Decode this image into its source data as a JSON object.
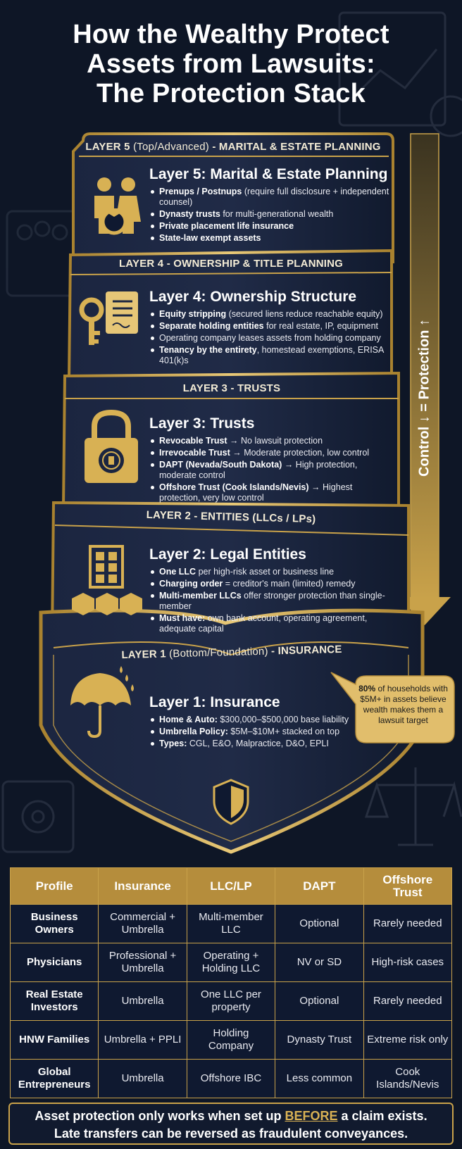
{
  "title": {
    "line1": "How the Wealthy Protect",
    "line2": "Assets from Lawsuits:",
    "line3": "The Protection Stack"
  },
  "colors": {
    "background": "#0e1626",
    "gold": "#c9a24a",
    "gold_light": "#e6c677",
    "panel": "#16213a",
    "header_bg": "#b58d3c"
  },
  "side_label": "Control ↓ = Protection ↑",
  "layers": [
    {
      "header_bold": "LAYER 5",
      "header_lite": " (Top/Advanced)",
      "header_rest": " - MARITAL & ESTATE PLANNING",
      "title": "Layer 5: Marital & Estate Planning",
      "icon": "couple-ring-icon",
      "bullets": [
        {
          "b": "Prenups / Postnups",
          "t": " (require full disclosure + independent counsel)"
        },
        {
          "b": "Dynasty trusts",
          "t": " for multi-generational wealth"
        },
        {
          "b": "Private placement life insurance",
          "t": ""
        },
        {
          "b": "State-law exempt assets",
          "t": ""
        }
      ]
    },
    {
      "header_bold": "LAYER 4 - OWNERSHIP & TITLE PLANNING",
      "header_lite": "",
      "header_rest": "",
      "title": "Layer 4: Ownership Structure",
      "icon": "key-deed-icon",
      "bullets": [
        {
          "b": "Equity stripping",
          "t": " (secured liens reduce reachable equity)"
        },
        {
          "b": "Separate holding entities",
          "t": " for real estate, IP, equipment"
        },
        {
          "b": "",
          "t": "Operating company leases assets from holding company"
        },
        {
          "b": "Tenancy by the entirety",
          "t": ", homestead exemptions, ERISA 401(k)s"
        }
      ]
    },
    {
      "header_bold": "LAYER 3 - TRUSTS",
      "header_lite": "",
      "header_rest": "",
      "title": "Layer 3: Trusts",
      "icon": "padlock-icon",
      "bullets": [
        {
          "b": "Revocable Trust",
          "t": " → No lawsuit protection"
        },
        {
          "b": "Irrevocable Trust",
          "t": " → Moderate protection, low control"
        },
        {
          "b": "DAPT (Nevada/South Dakota)",
          "t": " → High protection, moderate control"
        },
        {
          "b": "Offshore Trust (Cook Islands/Nevis)",
          "t": " → Highest protection, very low control"
        }
      ]
    },
    {
      "header_bold": "LAYER 2 - ENTITIES (LLCs / LPs)",
      "header_lite": "",
      "header_rest": "",
      "title": "Layer 2: Legal Entities",
      "icon": "building-boxes-icon",
      "bullets": [
        {
          "b": "One LLC",
          "t": " per high-risk asset or business line"
        },
        {
          "b": "Charging order",
          "t": " = creditor's main (limited) remedy"
        },
        {
          "b": "Multi-member LLCs",
          "t": " offer stronger protection than single-member"
        },
        {
          "b": "Must have:",
          "t": " own bank account, operating agreement, adequate capital"
        }
      ]
    },
    {
      "header_bold": "LAYER 1",
      "header_lite": " (Bottom/Foundation)",
      "header_rest": " - INSURANCE",
      "title": "Layer 1: Insurance",
      "icon": "umbrella-icon",
      "bullets": [
        {
          "b": "Home & Auto:",
          "t": " $300,000–$500,000 base liability"
        },
        {
          "b": "Umbrella Policy:",
          "t": " $5M–$10M+ stacked on top"
        },
        {
          "b": "Types:",
          "t": " CGL, E&O, Malpractice, D&O, EPLI"
        }
      ]
    }
  ],
  "callout": {
    "bold": "80%",
    "text": " of households with $5M+ in assets believe wealth makes them a lawsuit target"
  },
  "table": {
    "headers": [
      "Profile",
      "Insurance",
      "LLC/LP",
      "DAPT",
      "Offshore Trust"
    ],
    "rows": [
      [
        "Business Owners",
        "Commercial + Umbrella",
        "Multi-member LLC",
        "Optional",
        "Rarely needed"
      ],
      [
        "Physicians",
        "Professional + Umbrella",
        "Operating + Holding LLC",
        "NV or SD",
        "High-risk cases"
      ],
      [
        "Real Estate Investors",
        "Umbrella",
        "One LLC per property",
        "Optional",
        "Rarely needed"
      ],
      [
        "HNW Families",
        "Umbrella + PPLI",
        "Holding Company",
        "Dynasty Trust",
        "Extreme risk only"
      ],
      [
        "Global Entrepreneurs",
        "Umbrella",
        "Offshore IBC",
        "Less common",
        "Cook Islands/Nevis"
      ]
    ]
  },
  "footer": {
    "line1_a": "Asset protection only works when set up ",
    "line1_u": "BEFORE",
    "line1_b": " a claim exists.",
    "line2": "Late transfers can be reversed as fraudulent conveyances."
  }
}
